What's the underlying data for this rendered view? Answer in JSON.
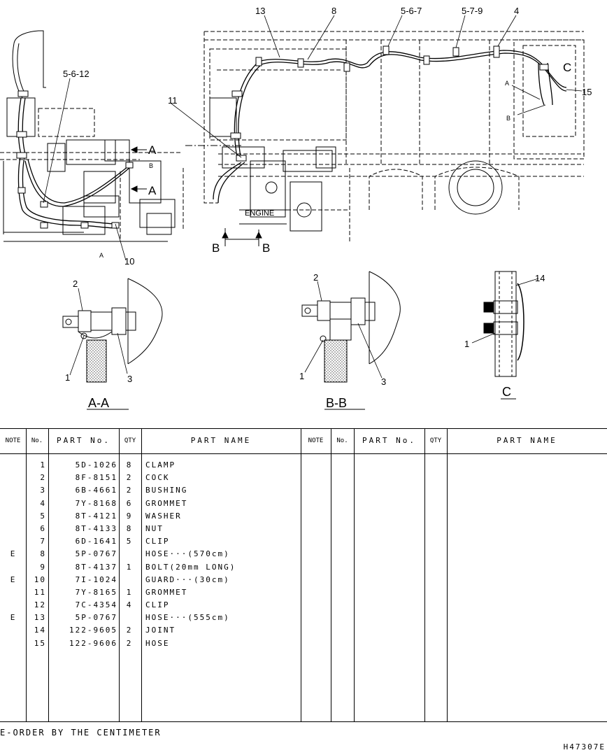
{
  "callouts": {
    "c13": "13",
    "c8": "8",
    "c567": "5-6-7",
    "c579": "5-7-9",
    "c4": "4",
    "cC": "C",
    "c15": "15",
    "cA1": "A",
    "cB1": "B",
    "c11": "11",
    "c5612": "5-6-12",
    "cA2": "A",
    "cB2": "B",
    "cA3": "A",
    "cA4": "A",
    "c10": "10",
    "engine": "ENGINE",
    "cB3": "B",
    "cB4": "B"
  },
  "details": {
    "aa": {
      "title": "A-A",
      "n2": "2",
      "n1": "1",
      "n3": "3"
    },
    "bb": {
      "title": "B-B",
      "n2": "2",
      "n1": "1",
      "n3": "3"
    },
    "c": {
      "title": "C",
      "n14": "14",
      "n1": "1"
    }
  },
  "table": {
    "headers": {
      "note": "NOTE",
      "no": "No.",
      "part_no": "PART No.",
      "qty": "QTY",
      "part_name": "PART NAME"
    },
    "rows": [
      {
        "note": "",
        "no": "1",
        "part_no": "5D-1026",
        "qty": "8",
        "name": "CLAMP"
      },
      {
        "note": "",
        "no": "2",
        "part_no": "8F-8151",
        "qty": "2",
        "name": "COCK"
      },
      {
        "note": "",
        "no": "3",
        "part_no": "6B-4661",
        "qty": "2",
        "name": "BUSHING"
      },
      {
        "note": "",
        "no": "4",
        "part_no": "7Y-8168",
        "qty": "6",
        "name": "GROMMET"
      },
      {
        "note": "",
        "no": "5",
        "part_no": "8T-4121",
        "qty": "9",
        "name": "WASHER"
      },
      {
        "note": "",
        "no": "6",
        "part_no": "8T-4133",
        "qty": "8",
        "name": "NUT"
      },
      {
        "note": "",
        "no": "7",
        "part_no": "6D-1641",
        "qty": "5",
        "name": "CLIP"
      },
      {
        "note": "E",
        "no": "8",
        "part_no": "5P-0767",
        "qty": "",
        "name": "HOSE···(570cm)"
      },
      {
        "note": "",
        "no": "9",
        "part_no": "8T-4137",
        "qty": "1",
        "name": "BOLT(20mm LONG)"
      },
      {
        "note": "E",
        "no": "10",
        "part_no": "7I-1024",
        "qty": "",
        "name": "GUARD···(30cm)"
      },
      {
        "note": "",
        "no": "11",
        "part_no": "7Y-8165",
        "qty": "1",
        "name": "GROMMET"
      },
      {
        "note": "",
        "no": "12",
        "part_no": "7C-4354",
        "qty": "4",
        "name": "CLIP"
      },
      {
        "note": "E",
        "no": "13",
        "part_no": "5P-0767",
        "qty": "",
        "name": "HOSE···(555cm)"
      },
      {
        "note": "",
        "no": "14",
        "part_no": "122-9605",
        "qty": "2",
        "name": "JOINT"
      },
      {
        "note": "",
        "no": "15",
        "part_no": "122-9606",
        "qty": "2",
        "name": "HOSE"
      }
    ]
  },
  "footnote": "E-ORDER BY THE CENTIMETER",
  "drawing_number": "H47307E"
}
